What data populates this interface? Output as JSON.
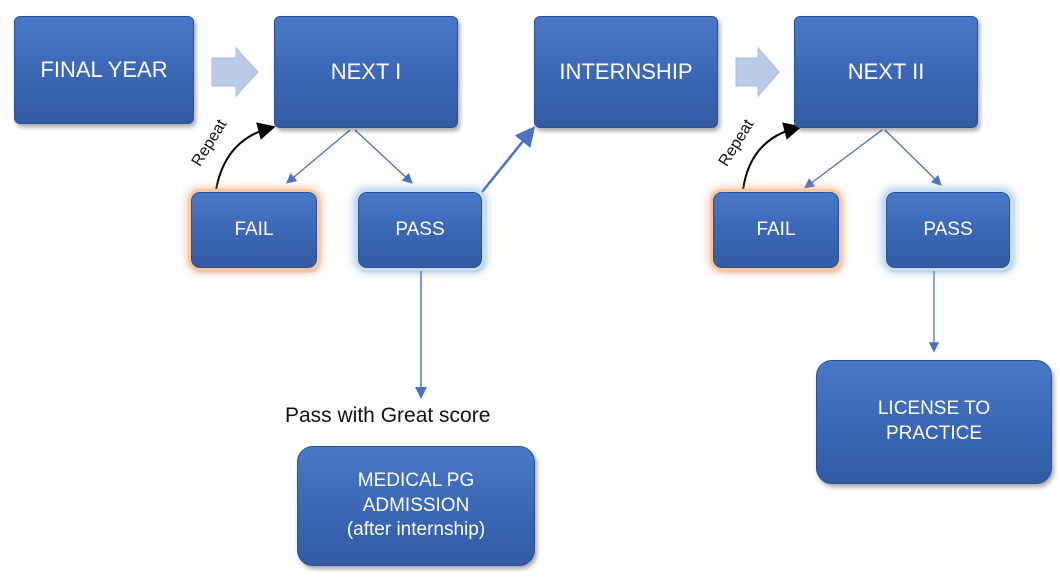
{
  "nodes": {
    "final_year": "FINAL YEAR",
    "next1": "NEXT I",
    "internship": "INTERNSHIP",
    "next2": "NEXT II",
    "fail1": "FAIL",
    "pass1": "PASS",
    "fail2": "FAIL",
    "pass2": "PASS",
    "medical_pg": "MEDICAL PG\nADMISSION\n(after internship)",
    "license": "LICENSE TO\nPRACTICE"
  },
  "labels": {
    "repeat_left": "Repeat",
    "repeat_right": "Repeat",
    "pass_great": "Pass with Great score"
  },
  "colors": {
    "box_fill": "#3a66b4",
    "arrow_blue": "#4a72c0",
    "chevron": "#b9cbe6",
    "fail_glow": "#f3b88c",
    "pass_glow": "#a9c9ee"
  }
}
